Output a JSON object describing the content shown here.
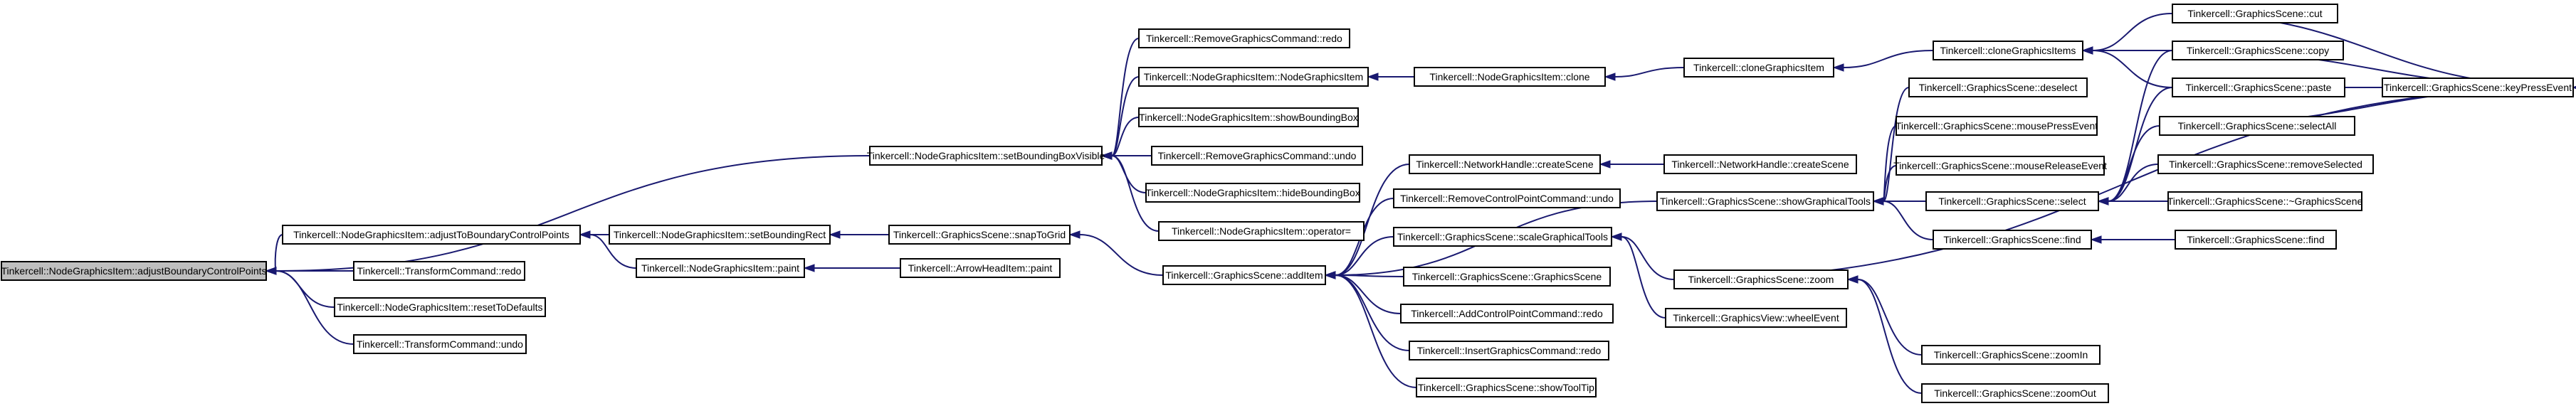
{
  "graph": {
    "nodes": [
      {
        "id": "root",
        "label": "Tinkercell::NodeGraphicsItem::adjustBoundaryControlPoints",
        "root": true
      },
      {
        "id": "setBoundingBoxVisible",
        "label": "Tinkercell::NodeGraphicsItem::setBoundingBoxVisible"
      },
      {
        "id": "adjustToBoundaryControlPoints",
        "label": "Tinkercell::NodeGraphicsItem::adjustToBoundaryControlPoints"
      },
      {
        "id": "TransformCommand_redo",
        "label": "Tinkercell::TransformCommand::redo"
      },
      {
        "id": "resetToDefaults",
        "label": "Tinkercell::NodeGraphicsItem::resetToDefaults"
      },
      {
        "id": "TransformCommand_undo",
        "label": "Tinkercell::TransformCommand::undo"
      },
      {
        "id": "RemoveGraphicsCommand_redo",
        "label": "Tinkercell::RemoveGraphicsCommand::redo"
      },
      {
        "id": "NodeGraphicsItem_ctor",
        "label": "Tinkercell::NodeGraphicsItem::NodeGraphicsItem"
      },
      {
        "id": "showBoundingBox",
        "label": "Tinkercell::NodeGraphicsItem::showBoundingBox"
      },
      {
        "id": "RemoveGraphicsCommand_undo",
        "label": "Tinkercell::RemoveGraphicsCommand::undo"
      },
      {
        "id": "hideBoundingBox",
        "label": "Tinkercell::NodeGraphicsItem::hideBoundingBox"
      },
      {
        "id": "operator_eq",
        "label": "Tinkercell::NodeGraphicsItem::operator="
      },
      {
        "id": "setBoundingRect",
        "label": "Tinkercell::NodeGraphicsItem::setBoundingRect"
      },
      {
        "id": "NodeGraphicsItem_paint",
        "label": "Tinkercell::NodeGraphicsItem::paint"
      },
      {
        "id": "snapToGrid",
        "label": "Tinkercell::GraphicsScene::snapToGrid"
      },
      {
        "id": "ArrowHeadItem_paint",
        "label": "Tinkercell::ArrowHeadItem::paint"
      },
      {
        "id": "NodeGraphicsItem_clone",
        "label": "Tinkercell::NodeGraphicsItem::clone"
      },
      {
        "id": "addItem",
        "label": "Tinkercell::GraphicsScene::addItem"
      },
      {
        "id": "NetworkHandle_createScene",
        "label": "Tinkercell::NetworkHandle::createScene"
      },
      {
        "id": "RemoveControlPointCommand_undo",
        "label": "Tinkercell::RemoveControlPointCommand::undo"
      },
      {
        "id": "scaleGraphicalTools",
        "label": "Tinkercell::GraphicsScene::scaleGraphicalTools"
      },
      {
        "id": "GraphicsScene_ctor",
        "label": "Tinkercell::GraphicsScene::GraphicsScene"
      },
      {
        "id": "AddControlPointCommand_redo",
        "label": "Tinkercell::AddControlPointCommand::redo"
      },
      {
        "id": "InsertGraphicsCommand_redo",
        "label": "Tinkercell::InsertGraphicsCommand::redo"
      },
      {
        "id": "showToolTip",
        "label": "Tinkercell::GraphicsScene::showToolTip"
      },
      {
        "id": "cloneGraphicsItem",
        "label": "Tinkercell::cloneGraphicsItem"
      },
      {
        "id": "NetworkHandle_createScene2",
        "label": "Tinkercell::NetworkHandle::createScene"
      },
      {
        "id": "showGraphicalTools",
        "label": "Tinkercell::GraphicsScene::showGraphicalTools"
      },
      {
        "id": "zoom",
        "label": "Tinkercell::GraphicsScene::zoom"
      },
      {
        "id": "wheelEvent",
        "label": "Tinkercell::GraphicsView::wheelEvent"
      },
      {
        "id": "cloneGraphicsItems",
        "label": "Tinkercell::cloneGraphicsItems"
      },
      {
        "id": "deselect",
        "label": "Tinkercell::GraphicsScene::deselect"
      },
      {
        "id": "mousePressEvent",
        "label": "Tinkercell::GraphicsScene::mousePressEvent"
      },
      {
        "id": "mouseReleaseEvent",
        "label": "Tinkercell::GraphicsScene::mouseReleaseEvent"
      },
      {
        "id": "select",
        "label": "Tinkercell::GraphicsScene::select"
      },
      {
        "id": "find1",
        "label": "Tinkercell::GraphicsScene::find"
      },
      {
        "id": "zoomIn",
        "label": "Tinkercell::GraphicsScene::zoomIn"
      },
      {
        "id": "zoomOut",
        "label": "Tinkercell::GraphicsScene::zoomOut"
      },
      {
        "id": "cut",
        "label": "Tinkercell::GraphicsScene::cut"
      },
      {
        "id": "copy",
        "label": "Tinkercell::GraphicsScene::copy"
      },
      {
        "id": "paste",
        "label": "Tinkercell::GraphicsScene::paste"
      },
      {
        "id": "selectAll",
        "label": "Tinkercell::GraphicsScene::selectAll"
      },
      {
        "id": "removeSelected",
        "label": "Tinkercell::GraphicsScene::removeSelected"
      },
      {
        "id": "dtor",
        "label": "Tinkercell::GraphicsScene::~GraphicsScene"
      },
      {
        "id": "find2",
        "label": "Tinkercell::GraphicsScene::find"
      },
      {
        "id": "keyPressEvent",
        "label": "Tinkercell::GraphicsScene::keyPressEvent"
      }
    ],
    "edges": [
      [
        "setBoundingBoxVisible",
        "root"
      ],
      [
        "adjustToBoundaryControlPoints",
        "root"
      ],
      [
        "TransformCommand_redo",
        "root"
      ],
      [
        "resetToDefaults",
        "root"
      ],
      [
        "TransformCommand_undo",
        "root"
      ],
      [
        "RemoveGraphicsCommand_redo",
        "setBoundingBoxVisible"
      ],
      [
        "NodeGraphicsItem_ctor",
        "setBoundingBoxVisible"
      ],
      [
        "showBoundingBox",
        "setBoundingBoxVisible"
      ],
      [
        "RemoveGraphicsCommand_undo",
        "setBoundingBoxVisible"
      ],
      [
        "hideBoundingBox",
        "setBoundingBoxVisible"
      ],
      [
        "operator_eq",
        "setBoundingBoxVisible"
      ],
      [
        "setBoundingRect",
        "adjustToBoundaryControlPoints"
      ],
      [
        "NodeGraphicsItem_paint",
        "adjustToBoundaryControlPoints"
      ],
      [
        "snapToGrid",
        "setBoundingRect"
      ],
      [
        "ArrowHeadItem_paint",
        "NodeGraphicsItem_paint"
      ],
      [
        "NodeGraphicsItem_clone",
        "NodeGraphicsItem_ctor"
      ],
      [
        "addItem",
        "snapToGrid"
      ],
      [
        "NetworkHandle_createScene",
        "addItem"
      ],
      [
        "RemoveControlPointCommand_undo",
        "addItem"
      ],
      [
        "scaleGraphicalTools",
        "addItem"
      ],
      [
        "GraphicsScene_ctor",
        "addItem"
      ],
      [
        "AddControlPointCommand_redo",
        "addItem"
      ],
      [
        "InsertGraphicsCommand_redo",
        "addItem"
      ],
      [
        "showToolTip",
        "addItem"
      ],
      [
        "cloneGraphicsItem",
        "NodeGraphicsItem_clone"
      ],
      [
        "NetworkHandle_createScene2",
        "NetworkHandle_createScene"
      ],
      [
        "showGraphicalTools",
        "addItem"
      ],
      [
        "zoom",
        "scaleGraphicalTools"
      ],
      [
        "wheelEvent",
        "scaleGraphicalTools"
      ],
      [
        "cloneGraphicsItems",
        "cloneGraphicsItem"
      ],
      [
        "deselect",
        "showGraphicalTools"
      ],
      [
        "mousePressEvent",
        "showGraphicalTools"
      ],
      [
        "mouseReleaseEvent",
        "showGraphicalTools"
      ],
      [
        "select",
        "showGraphicalTools"
      ],
      [
        "find1",
        "showGraphicalTools"
      ],
      [
        "zoomIn",
        "zoom"
      ],
      [
        "zoomOut",
        "zoom"
      ],
      [
        "cut",
        "cloneGraphicsItems"
      ],
      [
        "copy",
        "cloneGraphicsItems"
      ],
      [
        "paste",
        "cloneGraphicsItems"
      ],
      [
        "paste",
        "select"
      ],
      [
        "selectAll",
        "select"
      ],
      [
        "removeSelected",
        "select"
      ],
      [
        "dtor",
        "select"
      ],
      [
        "find2",
        "find1"
      ],
      [
        "cut",
        "keyPressEvent"
      ],
      [
        "copy",
        "keyPressEvent"
      ],
      [
        "paste",
        "keyPressEvent"
      ],
      [
        "selectAll",
        "keyPressEvent"
      ],
      [
        "zoom",
        "keyPressEvent"
      ],
      [
        "copy",
        "select"
      ]
    ]
  }
}
